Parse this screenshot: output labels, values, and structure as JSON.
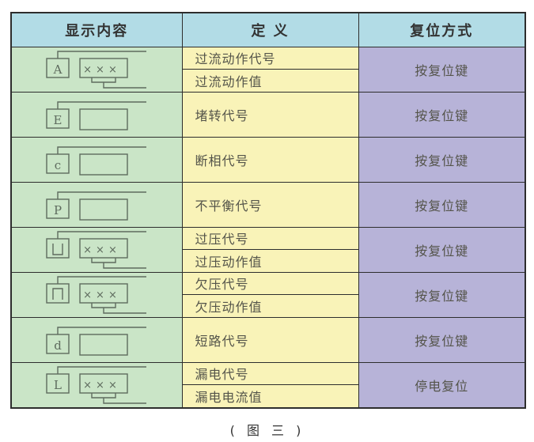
{
  "caption": "( 图 三 )",
  "colors": {
    "header_bg": "#b2dce6",
    "display_bg": "#cae5c7",
    "definition_bg": "#f9f3b8",
    "reset_bg": "#b7b3d8",
    "border": "#2d2d2d",
    "diagram_stroke": "#5e6b5e",
    "text": "#54544a"
  },
  "table": {
    "headers": [
      "显示内容",
      "定 义",
      "复位方式"
    ],
    "rows": [
      {
        "display": {
          "code_symbol": "A",
          "symbol_glyph": "letter",
          "value_box": "×××"
        },
        "definitions": [
          "过流动作代号",
          "过流动作值"
        ],
        "reset": "按复位键"
      },
      {
        "display": {
          "code_symbol": "E",
          "symbol_glyph": "letter",
          "value_box": ""
        },
        "definitions": [
          "堵转代号"
        ],
        "reset": "按复位键"
      },
      {
        "display": {
          "code_symbol": "c",
          "symbol_glyph": "letter",
          "value_box": ""
        },
        "definitions": [
          "断相代号"
        ],
        "reset": "按复位键"
      },
      {
        "display": {
          "code_symbol": "P",
          "symbol_glyph": "letter",
          "value_box": ""
        },
        "definitions": [
          "不平衡代号"
        ],
        "reset": "按复位键"
      },
      {
        "display": {
          "code_symbol": "⊔",
          "symbol_glyph": "square-cup",
          "value_box": "×××"
        },
        "definitions": [
          "过压代号",
          "过压动作值"
        ],
        "reset": "按复位键"
      },
      {
        "display": {
          "code_symbol": "⊓",
          "symbol_glyph": "square-cap",
          "value_box": "×××"
        },
        "definitions": [
          "欠压代号",
          "欠压动作值"
        ],
        "reset": "按复位键"
      },
      {
        "display": {
          "code_symbol": "d",
          "symbol_glyph": "letter",
          "value_box": ""
        },
        "definitions": [
          "短路代号"
        ],
        "reset": "按复位键"
      },
      {
        "display": {
          "code_symbol": "L",
          "symbol_glyph": "letter",
          "value_box": "×××"
        },
        "definitions": [
          "漏电代号",
          "漏电电流值"
        ],
        "reset": "停电复位"
      }
    ]
  }
}
